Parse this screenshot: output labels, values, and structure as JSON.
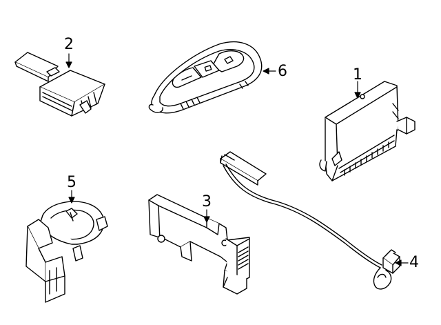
{
  "callouts": [
    {
      "id": "1",
      "part": "body-control-module"
    },
    {
      "id": "2",
      "part": "antenna-transceiver"
    },
    {
      "id": "3",
      "part": "mounting-bracket"
    },
    {
      "id": "4",
      "part": "antenna-cable"
    },
    {
      "id": "5",
      "part": "ignition-coil-ring"
    },
    {
      "id": "6",
      "part": "key-fob"
    }
  ],
  "colors": {
    "line": "#000000",
    "fill": "#ffffff"
  }
}
